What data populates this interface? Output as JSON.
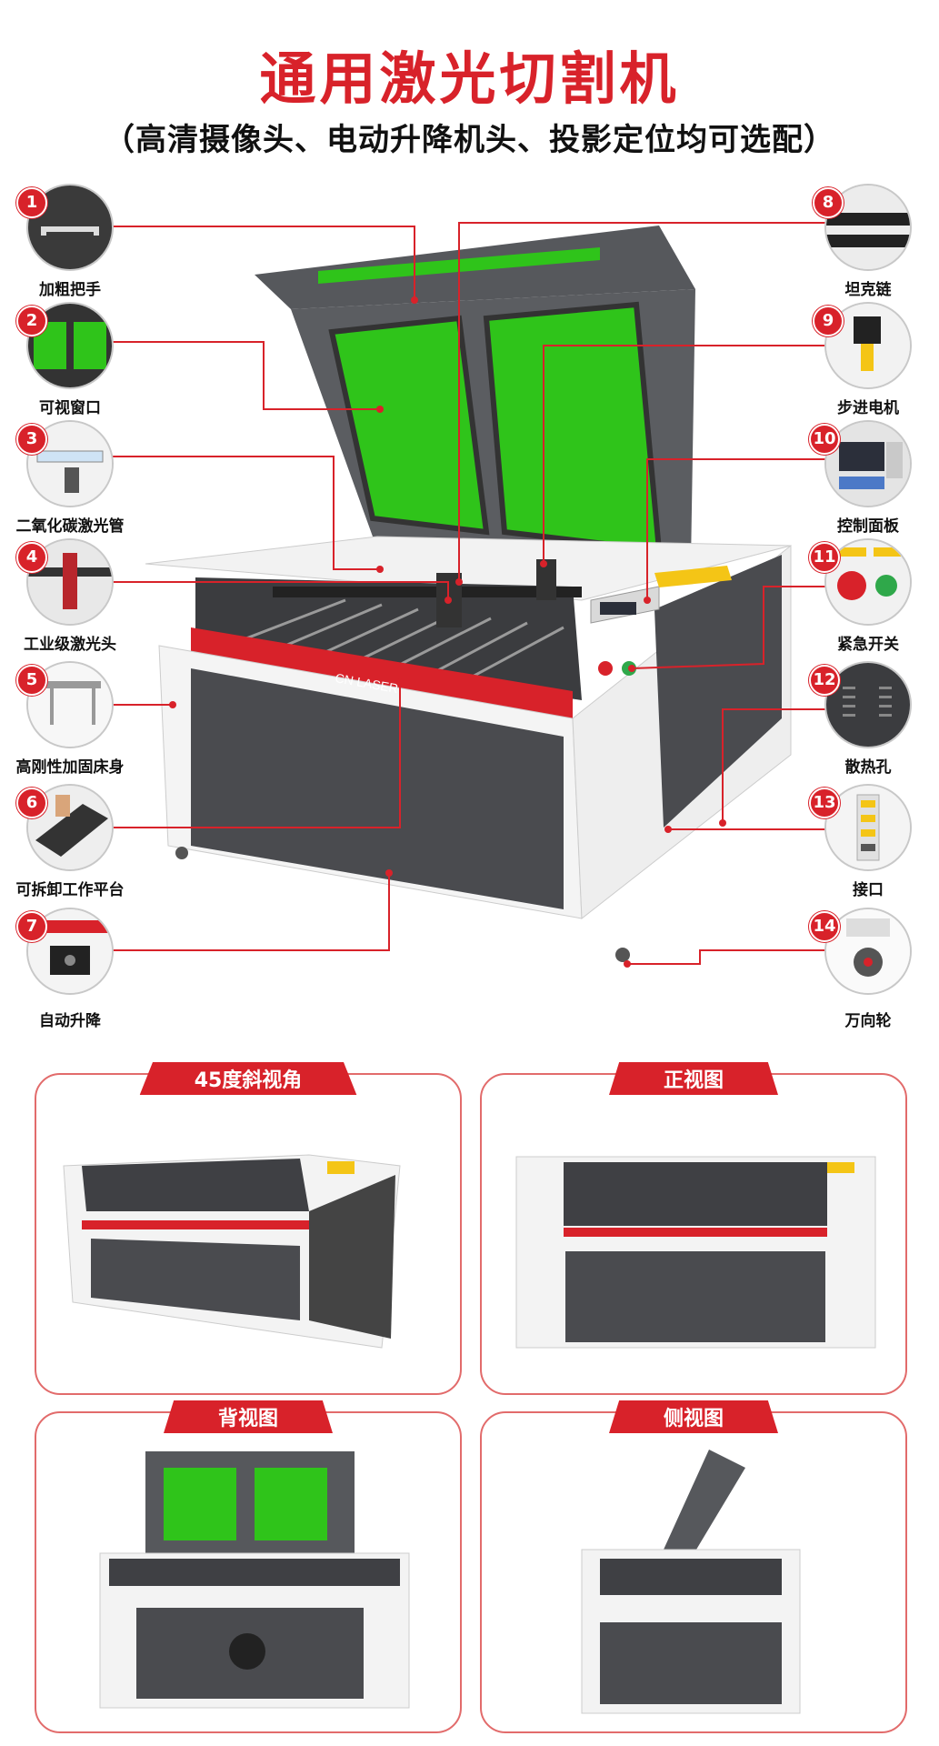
{
  "header": {
    "title": "通用激光切割机",
    "subtitle": "（高清摄像头、电动升降机头、投影定位均可选配）"
  },
  "callouts": [
    {
      "num": "1",
      "label": "加粗把手",
      "icon": "handle-icon"
    },
    {
      "num": "2",
      "label": "可视窗口",
      "icon": "window-icon"
    },
    {
      "num": "3",
      "label": "二氧化碳激光管",
      "icon": "laser-tube-icon"
    },
    {
      "num": "4",
      "label": "工业级激光头",
      "icon": "laser-head-icon"
    },
    {
      "num": "5",
      "label": "高刚性加固床身",
      "icon": "frame-icon"
    },
    {
      "num": "6",
      "label": "可拆卸工作平台",
      "icon": "platform-icon"
    },
    {
      "num": "7",
      "label": "自动升降",
      "icon": "lift-icon"
    },
    {
      "num": "8",
      "label": "坦克链",
      "icon": "drag-chain-icon"
    },
    {
      "num": "9",
      "label": "步进电机",
      "icon": "stepper-motor-icon"
    },
    {
      "num": "10",
      "label": "控制面板",
      "icon": "control-panel-icon"
    },
    {
      "num": "11",
      "label": "紧急开关",
      "icon": "emergency-switch-icon"
    },
    {
      "num": "12",
      "label": "散热孔",
      "icon": "vent-icon"
    },
    {
      "num": "13",
      "label": "接口",
      "icon": "port-icon"
    },
    {
      "num": "14",
      "label": "万向轮",
      "icon": "caster-wheel-icon"
    }
  ],
  "machine": {
    "brand": "CN LASER"
  },
  "views": [
    {
      "label": "45度斜视角"
    },
    {
      "label": "正视图"
    },
    {
      "label": "背视图"
    },
    {
      "label": "侧视图"
    }
  ],
  "colors": {
    "accent": "#d8222a",
    "glass": "#2fc41a",
    "body_dark": "#4a4b4f"
  }
}
